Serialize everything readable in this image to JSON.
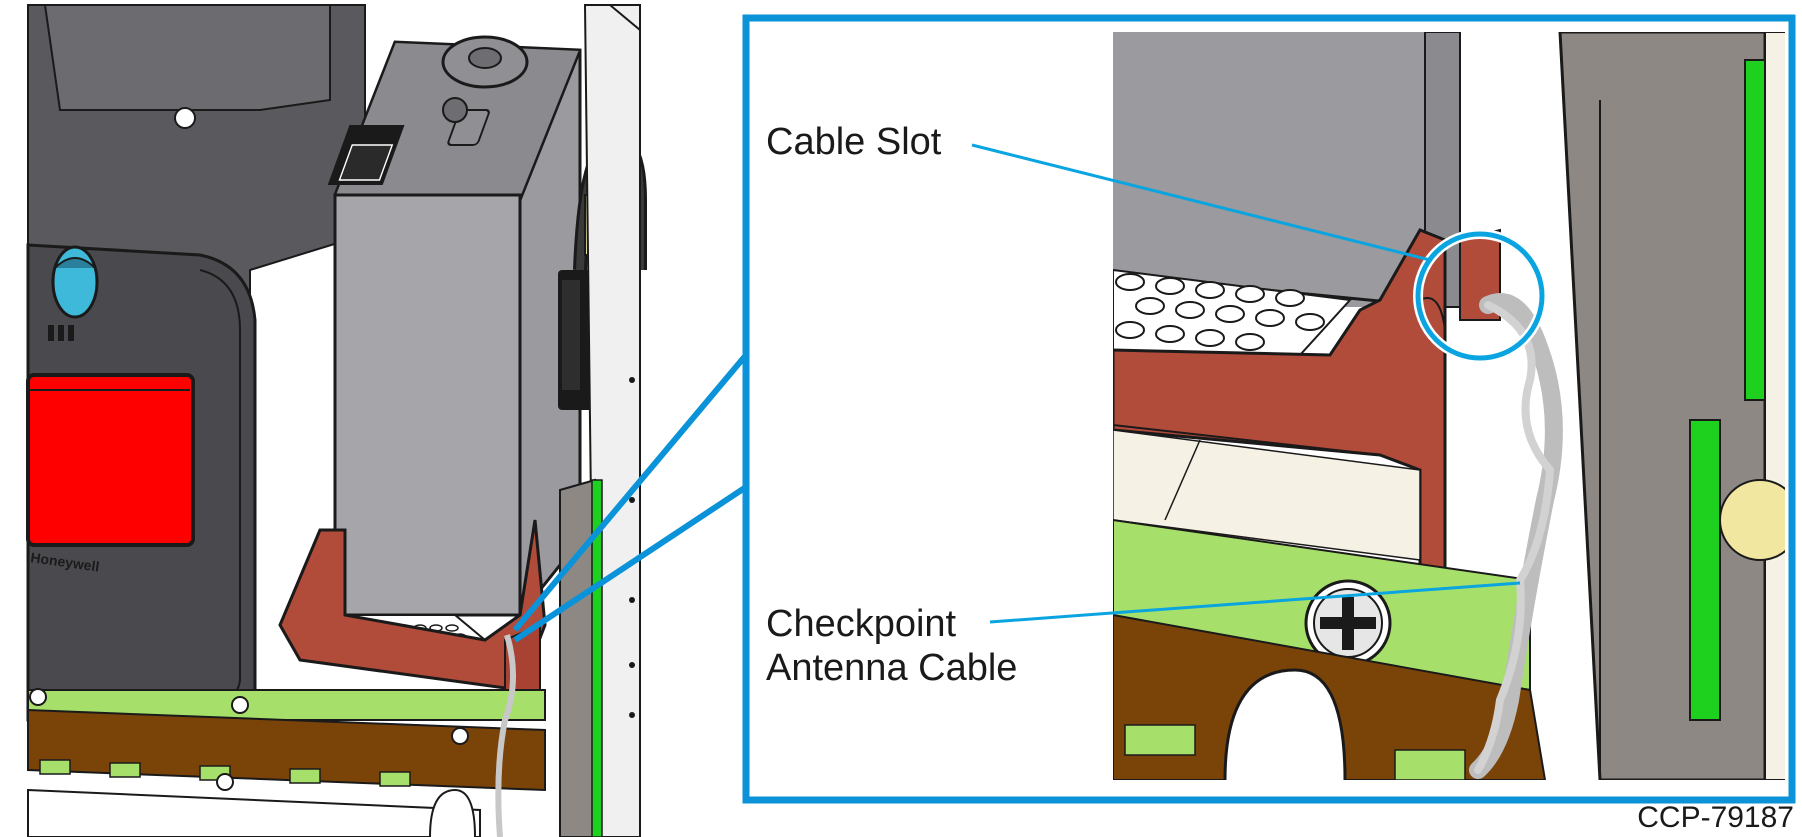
{
  "callouts": {
    "cable_slot": "Cable Slot",
    "checkpoint_line1": "Checkpoint",
    "checkpoint_line2": "Antenna Cable"
  },
  "figure_id": "CCP-79187",
  "scanner": {
    "brand": "Honeywell"
  },
  "colors": {
    "callout_frame": "#0a93d8",
    "leader_line": "#0aa5e0",
    "scanner_window": "#ff0000",
    "scanner_button": "#3fb9d9",
    "bracket": "#b14b3a",
    "green_bar": "#a6e06a",
    "brown_rail": "#7a4308",
    "body_gray": "#8f8f94",
    "dark_body": "#4a4a4e"
  }
}
